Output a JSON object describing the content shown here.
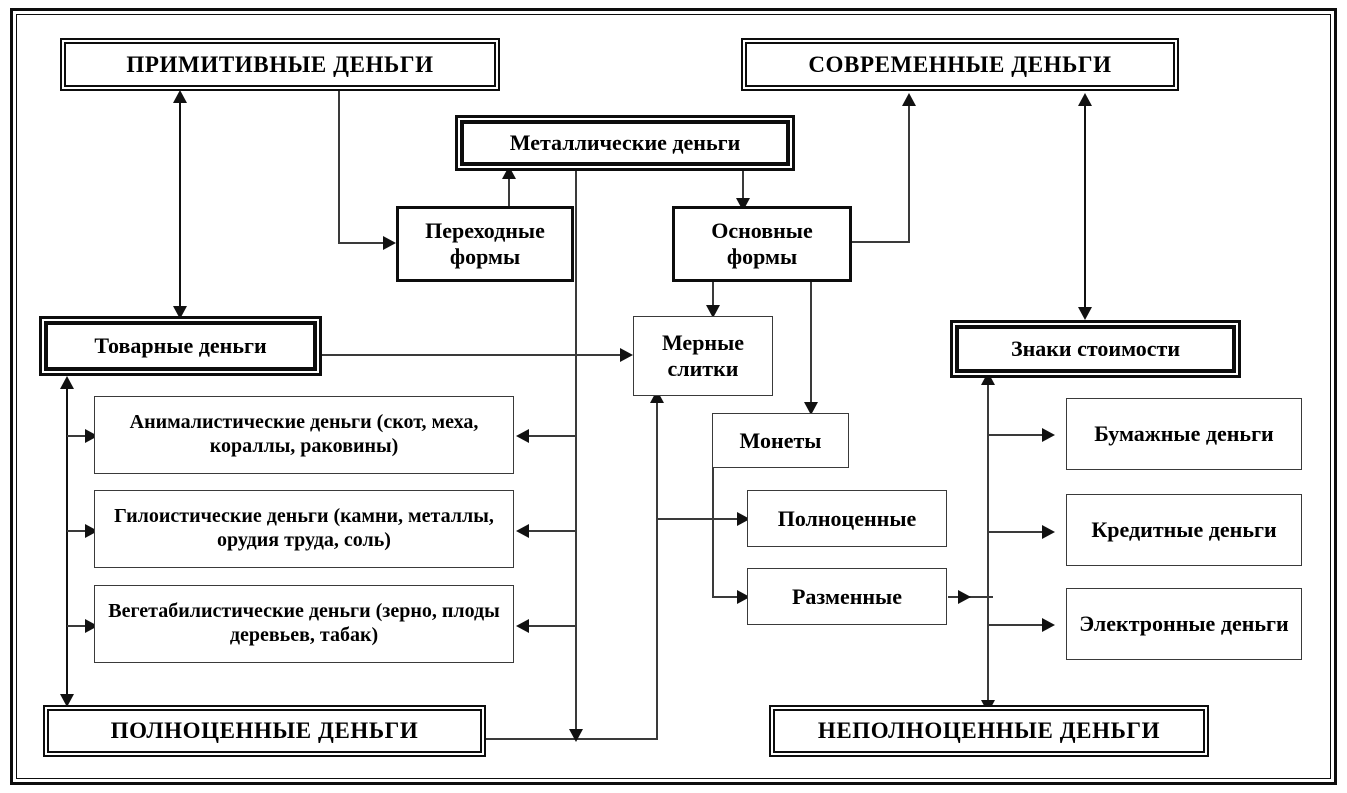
{
  "diagram": {
    "title_visible": false,
    "language": "ru",
    "colors": {
      "line": "#3a3a3a",
      "border": "#0d0d0d",
      "background": "#ffffff",
      "text": "#000000"
    },
    "nodes": {
      "primitive_money": "ПРИМИТИВНЫЕ ДЕНЬГИ",
      "modern_money": "СОВРЕМЕННЫЕ ДЕНЬГИ",
      "metallic_money": "Металлические деньги",
      "transitional_forms": "Переходные формы",
      "basic_forms": "Основные формы",
      "commodity_money": "Товарные деньги",
      "measured_ingots": "Мерные слитки",
      "value_signs": "Знаки стоимости",
      "animalistic": "Анималистические деньги (скот, меха, кораллы, раковины)",
      "hyloistic": "Гилоистические деньги (камни, металлы, орудия труда, соль)",
      "vegetabilistic": "Вегетабилистические деньги (зерно, плоды деревьев, табак)",
      "coins": "Монеты",
      "full_value_coins": "Полноценные",
      "token_coins": "Разменные",
      "paper_money": "Бумажные деньги",
      "credit_money": "Кредитные деньги",
      "electronic_money": "Электронные деньги",
      "full_value_money": "ПОЛНОЦЕННЫЕ ДЕНЬГИ",
      "deficient_money": "НЕПОЛНОЦЕННЫЕ ДЕНЬГИ"
    }
  }
}
